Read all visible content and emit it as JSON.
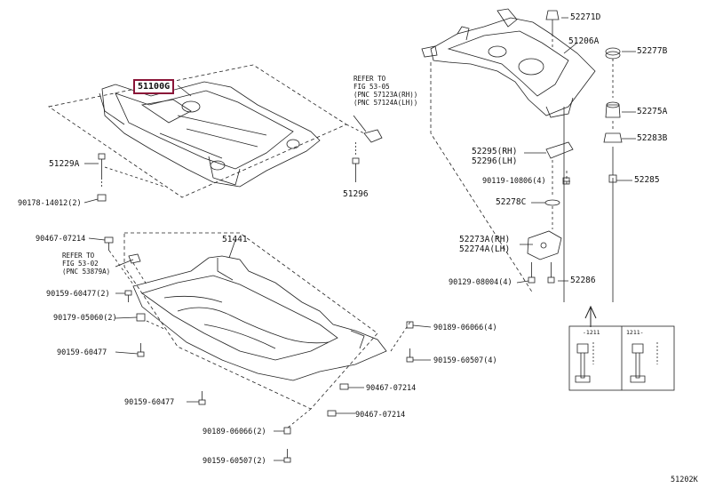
{
  "labels": {
    "p51100g": "51100G",
    "p51229a": "51229A",
    "p90178": "90178-14012(2)",
    "p51296": "51296",
    "p90467a": "90467-07214",
    "p51441": "51441",
    "p90159a": "90159-60477(2)",
    "p90179": "90179-05060(2)",
    "p90159b": "90159-60477",
    "p90159c": "90159-60477",
    "p90189a": "90189-06066(4)",
    "p90159d": "90159-60507(4)",
    "p90467b": "90467-07214",
    "p90467c": "90467-07214",
    "p90189b": "90189-06066(2)",
    "p90159e": "90159-60507(2)",
    "p52271d": "52271D",
    "p51206a": "51206A",
    "p52277b": "52277B",
    "p52275a": "52275A",
    "p52295": "52295(RH)",
    "p52296": "52296(LH)",
    "p52283b": "52283B",
    "p90119": "90119-10806(4)",
    "p52285": "52285",
    "p52278c": "52278C",
    "p52273a": "52273A(RH)",
    "p52274a": "52274A(LH)",
    "p90129": "90129-08004(4)",
    "p52286": "52286",
    "inset_left": "-1211",
    "inset_right": "1211-",
    "diagram_code": "51202K"
  },
  "notes": {
    "top": [
      "REFER TO",
      "FIG 53-05",
      "(PNC 57123A(RH))",
      "(PNC 57124A(LH))"
    ],
    "mid": [
      "REFER TO",
      "FIG 53-02",
      "(PNC 53879A)"
    ]
  },
  "colors": {
    "line": "#222222",
    "highlight_border": "#8a1538"
  }
}
